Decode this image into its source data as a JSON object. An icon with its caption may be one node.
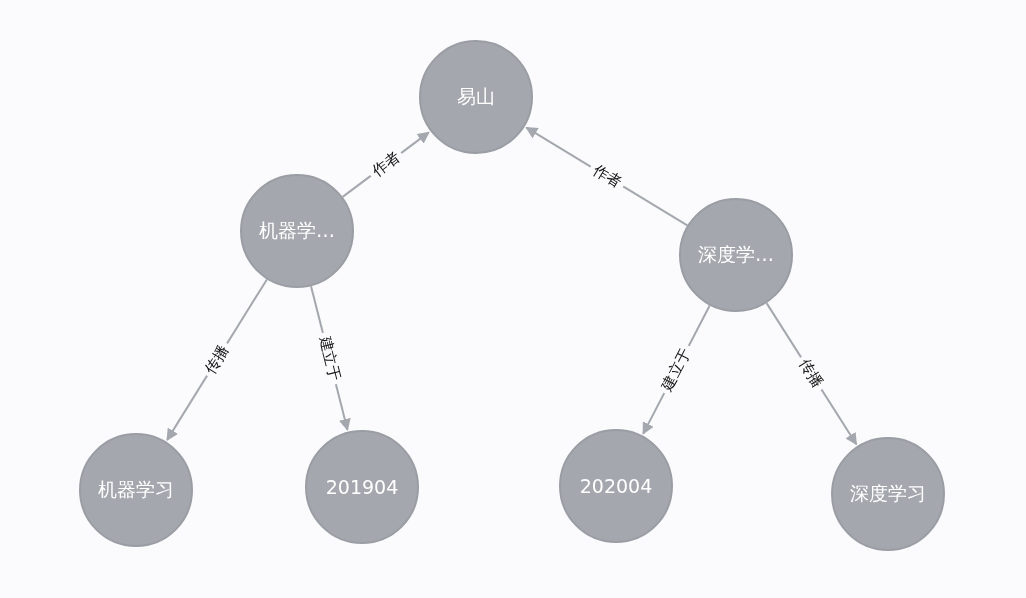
{
  "diagram": {
    "nodes": [
      {
        "text": [
          "易山"
        ]
      },
      {
        "text": [
          "机器学…"
        ]
      },
      {
        "text": [
          "深度学…"
        ]
      },
      {
        "text": [
          "机器学习"
        ]
      },
      {
        "text": [
          "201904"
        ]
      },
      {
        "text": [
          "202004"
        ]
      },
      {
        "text": [
          "深度学习"
        ]
      }
    ],
    "edges": [
      {
        "from": 1,
        "to": 0,
        "arrow": "to",
        "label": "作者"
      },
      {
        "from": 2,
        "to": 0,
        "arrow": "to",
        "label": "作者"
      },
      {
        "from": 1,
        "to": 3,
        "arrow": "to",
        "label": "传播"
      },
      {
        "from": 1,
        "to": 4,
        "arrow": "to",
        "label": "建立于"
      },
      {
        "from": 2,
        "to": 5,
        "arrow": "to",
        "label": "建立于"
      },
      {
        "from": 2,
        "to": 6,
        "arrow": "to",
        "label": "传播"
      }
    ]
  }
}
